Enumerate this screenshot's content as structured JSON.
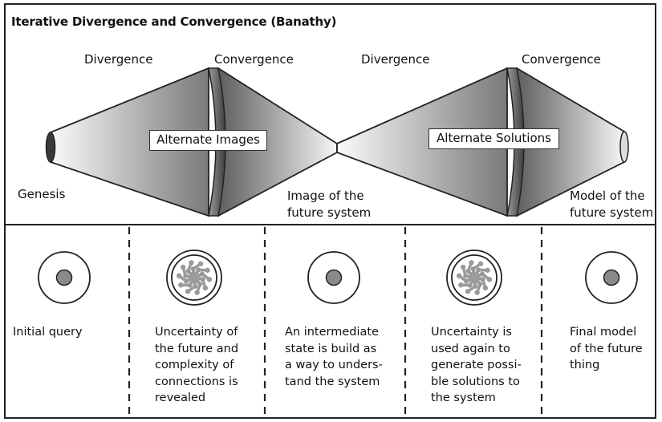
{
  "title": "Iterative Divergence and Convergence (Banathy)",
  "phases": [
    "Divergence",
    "Convergence",
    "Divergence",
    "Convergence"
  ],
  "stages": {
    "genesis": "Genesis",
    "image": [
      "Image of the",
      "future system"
    ],
    "model": [
      "Model of the",
      "future system"
    ]
  },
  "boxes": [
    "Alternate Images",
    "Alternate Solutions"
  ],
  "captions": [
    [
      "Initial query"
    ],
    [
      "Uncertainty of",
      "the future and",
      "complexity of",
      "connections is",
      "revealed"
    ],
    [
      "An intermediate",
      "state is build as",
      "a way to unders-",
      "tand the system"
    ],
    [
      "Uncertainty is",
      "used again to",
      "generate possi-",
      "ble solutions to",
      "the system"
    ],
    [
      "Final model",
      "of the future",
      "thing"
    ]
  ],
  "colors": {
    "line": "#222222",
    "dot": "#8a8a8a",
    "cone_dark": "#6e6e6e",
    "cone_light": "#f4f4f4"
  }
}
